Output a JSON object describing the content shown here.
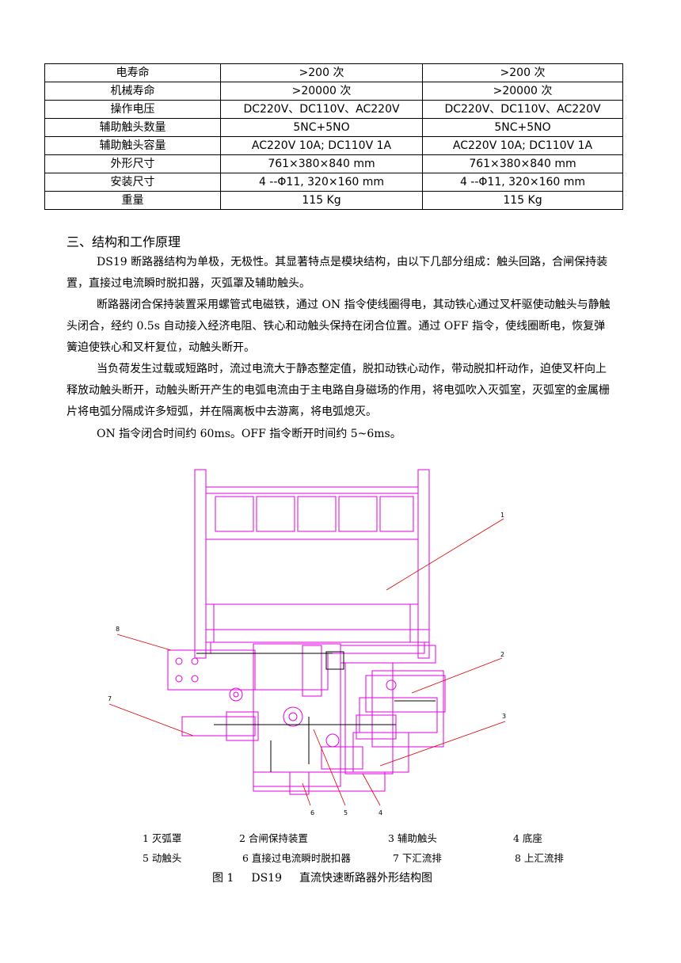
{
  "spec_table": {
    "rows": [
      {
        "label": "电寿命",
        "v1": ">200 次",
        "v2": ">200 次"
      },
      {
        "label": "机械寿命",
        "v1": ">20000 次",
        "v2": ">20000 次"
      },
      {
        "label": "操作电压",
        "v1": "DC220V、DC110V、AC220V",
        "v2": "DC220V、DC110V、AC220V"
      },
      {
        "label": "辅助触头数量",
        "v1": "5NC+5NO",
        "v2": "5NC+5NO"
      },
      {
        "label": "辅助触头容量",
        "v1": "AC220V    10A;   DC110V    1A",
        "v2": "AC220V    10A;   DC110V    1A"
      },
      {
        "label": "外形尺寸",
        "v1": "761×380×840 mm",
        "v2": "761×380×840 mm"
      },
      {
        "label": "安装尺寸",
        "v1": "4 --Φ11,   320×160 mm",
        "v2": "4 --Φ11,   320×160 mm"
      },
      {
        "label": "重量",
        "v1": "115 Kg",
        "v2": "115 Kg"
      }
    ]
  },
  "section": {
    "title": "三、结构和工作原理",
    "paragraphs": [
      "DS19 断路器结构为单极，无极性。其显著特点是模块结构，由以下几部分组成：触头回路，合闸保持装置，直接过电流瞬时脱扣器，灭弧罩及辅助触头。",
      "断路器闭合保持装置采用螺管式电磁铁，通过 ON 指令使线圈得电，其动铁心通过叉杆驱使动触头与静触头闭合，经约 0.5s 自动接入经济电阻、铁心和动触头保持在闭合位置。通过 OFF 指令，使线圈断电，恢复弹簧迫使铁心和叉杆复位，动触头断开。",
      "当负荷发生过载或短路时，流过电流大于静态整定值，脱扣动铁心动作，带动脱扣杆动作，迫使叉杆向上释放动触头断开，动触头断开产生的电弧电流由于主电路自身磁场的作用，将电弧吹入灭弧室，灭弧室的金属栅片将电弧分隔成许多短弧，并在隔离板中去游离，将电弧熄灭。",
      "ON 指令闭合时间约 60ms。OFF 指令断开时间约 5~6ms。"
    ]
  },
  "figure": {
    "callouts": [
      "1",
      "2",
      "3",
      "4",
      "5",
      "6",
      "7",
      "8"
    ],
    "legend": [
      "1 灭弧罩",
      "2 合闸保持装置",
      "3  辅助触头",
      "4 底座",
      "5 动触头",
      "6  直接过电流瞬时脱扣器",
      "7 下汇流排",
      "8 上汇流排"
    ],
    "caption_prefix": "图 1",
    "caption_model": "DS19",
    "caption_text": "直流快速断路器外形结构图",
    "colors": {
      "outline": "#e000e0",
      "leader": "#e00000",
      "accent": "#000000"
    }
  }
}
